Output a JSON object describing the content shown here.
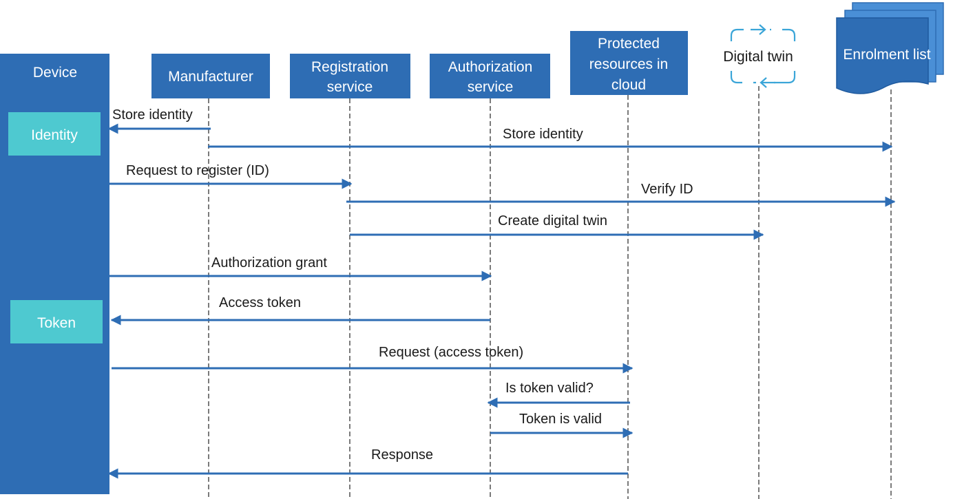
{
  "participants": {
    "device": "Device",
    "manufacturer": "Manufacturer",
    "registration": [
      "Registration",
      "service"
    ],
    "authorization": [
      "Authorization",
      "service"
    ],
    "protected": [
      "Protected",
      "resources in",
      "cloud"
    ],
    "digital_twin": "Digital twin",
    "enrolment_list": "Enrolment list"
  },
  "device_states": {
    "identity": "Identity",
    "token": "Token"
  },
  "messages": [
    {
      "from": "manufacturer",
      "to": "device",
      "label": "Store identity"
    },
    {
      "from": "manufacturer",
      "to": "enrolment_list",
      "label": "Store identity"
    },
    {
      "from": "device",
      "to": "registration",
      "label": "Request to register (ID)"
    },
    {
      "from": "registration",
      "to": "enrolment_list",
      "label": "Verify ID"
    },
    {
      "from": "registration",
      "to": "digital_twin",
      "label": "Create digital twin"
    },
    {
      "from": "device",
      "to": "authorization",
      "label": "Authorization grant"
    },
    {
      "from": "authorization",
      "to": "device",
      "label": "Access token"
    },
    {
      "from": "device",
      "to": "protected",
      "label": "Request (access token)"
    },
    {
      "from": "protected",
      "to": "authorization",
      "label": "Is token valid?"
    },
    {
      "from": "authorization",
      "to": "protected",
      "label": "Token is valid"
    },
    {
      "from": "protected",
      "to": "device",
      "label": "Response"
    }
  ],
  "colors": {
    "box": "#2e6db4",
    "state": "#4ec9d0",
    "arrow": "#2e6db4",
    "twin_icon": "#3aa5d8",
    "enrolment_back": "#4a8fd6"
  }
}
